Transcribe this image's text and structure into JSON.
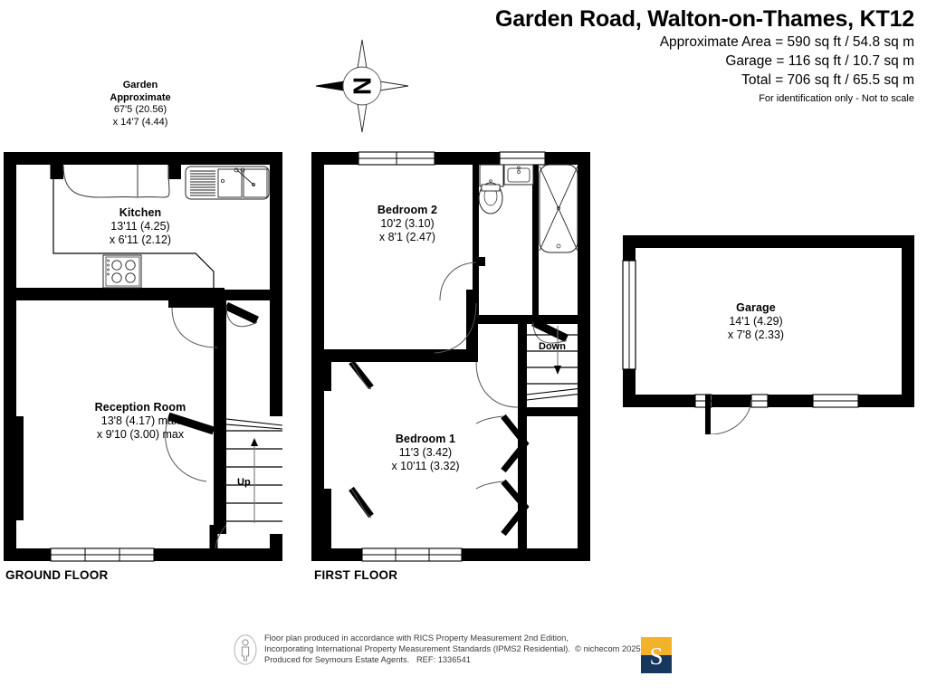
{
  "header": {
    "title": "Garden Road, Walton-on-Thames, KT12",
    "area_lines": [
      "Approximate Area = 590 sq ft / 54.8 sq m",
      "Garage = 116 sq ft / 10.7 sq m",
      "Total = 706 sq ft / 65.5 sq m"
    ],
    "disclaimer": "For identification only - Not to scale"
  },
  "garden_note": {
    "title_line1": "Garden",
    "title_line2": "Approximate",
    "dim1": "67'5 (20.56)",
    "dim2": "x 14'7 (4.44)"
  },
  "compass": {
    "letter": "N",
    "icon": "compass-rose-icon"
  },
  "floors": [
    {
      "key": "ground",
      "label": "GROUND FLOOR"
    },
    {
      "key": "first",
      "label": "FIRST FLOOR"
    }
  ],
  "rooms": [
    {
      "name": "Kitchen",
      "dim1": "13'11 (4.25)",
      "dim2": "x 6'11 (2.12)",
      "floor": "ground"
    },
    {
      "name": "Reception Room",
      "dim1": "13'8 (4.17) max",
      "dim2": "x 9'10 (3.00) max",
      "floor": "ground"
    },
    {
      "name": "Bedroom 2",
      "dim1": "10'2 (3.10)",
      "dim2": "x 8'1 (2.47)",
      "floor": "first"
    },
    {
      "name": "Bedroom 1",
      "dim1": "11'3 (3.42)",
      "dim2": "x 10'11 (3.32)",
      "floor": "first"
    },
    {
      "name": "Garage",
      "dim1": "14'1 (4.29)",
      "dim2": "x 7'8 (2.33)",
      "floor": "garage"
    }
  ],
  "stairs": [
    {
      "label": "Up",
      "floor": "ground"
    },
    {
      "label": "Down",
      "floor": "first"
    }
  ],
  "footer": {
    "line1": "Floor plan produced in accordance with RICS Property Measurement 2nd Edition,",
    "line2": "Incorporating International Property Measurement Standards (IPMS2 Residential).",
    "copyright": "© nichecom 2025",
    "line3": "Produced for Seymours Estate Agents.",
    "ref": "REF: 1336541",
    "logo_letter": "S"
  },
  "colors": {
    "wall": "#000000",
    "room_fill": "#ffffff",
    "fixture_stroke": "#1a1a1a",
    "logo_gold": "#F2B32B",
    "logo_navy": "#17375E",
    "footer_text": "#3b3b3b"
  }
}
